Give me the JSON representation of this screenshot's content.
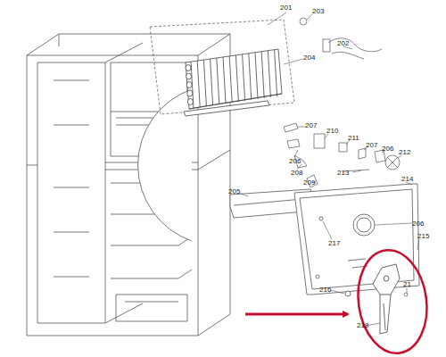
{
  "diagram": {
    "labels": [
      "201",
      "203",
      "202",
      "204",
      "207",
      "206",
      "208",
      "210",
      "211",
      "207",
      "206",
      "212",
      "209",
      "213",
      "214",
      "205",
      "206",
      "217",
      "215",
      "216",
      "21",
      "218"
    ]
  }
}
